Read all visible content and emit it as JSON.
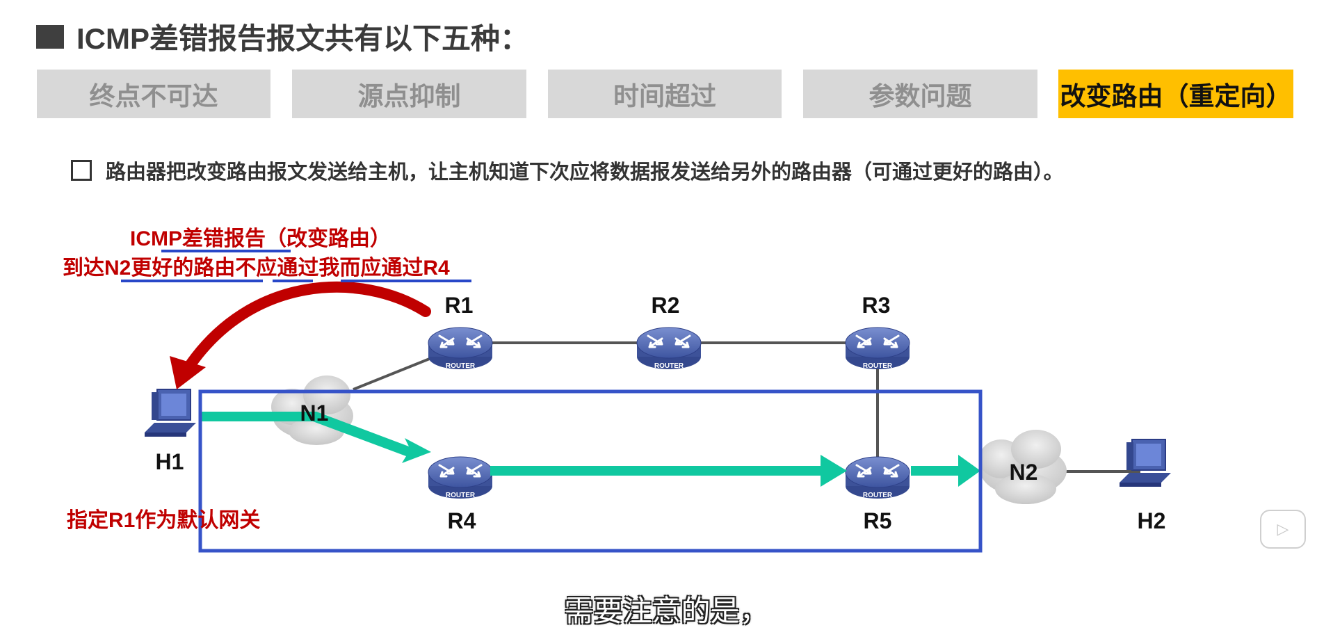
{
  "title": "ICMP差错报告报文共有以下五种：",
  "tabs": [
    {
      "label": "终点不可达",
      "active": false
    },
    {
      "label": "源点抑制",
      "active": false
    },
    {
      "label": "时间超过",
      "active": false
    },
    {
      "label": "参数问题",
      "active": false
    },
    {
      "label": "改变路由（重定向）",
      "active": true
    }
  ],
  "description": "路由器把改变路由报文发送给主机，让主机知道下次应将数据报发送给另外的路由器（可通过更好的路由）。",
  "diagram": {
    "annotation_line1_part1": "ICMP差错报告",
    "annotation_line1_part2": "（改变路由）",
    "annotation_line2": "到达N2更好的路由不应通过我而应通过R4",
    "gateway_note": "指定R1作为默认网关",
    "router_text": "ROUTER",
    "labels": {
      "R1": "R1",
      "R2": "R2",
      "R3": "R3",
      "R4": "R4",
      "R5": "R5",
      "H1": "H1",
      "H2": "H2",
      "N1": "N1",
      "N2": "N2"
    },
    "colors": {
      "annotation": "#c00000",
      "underline": "#2847c8",
      "path": "#10c8a0",
      "box": "#3653c8",
      "router": "#4a61a8"
    }
  },
  "subtitle": "需要注意的是，"
}
